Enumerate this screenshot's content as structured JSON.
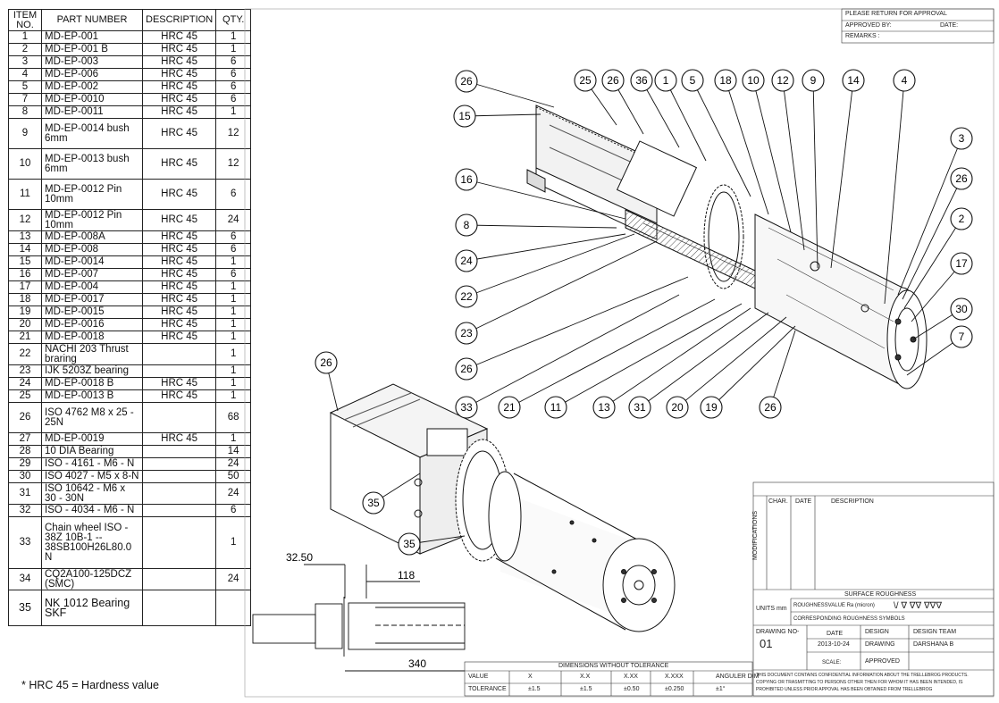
{
  "bom": {
    "headers": {
      "item": "ITEM NO.",
      "part": "PART NUMBER",
      "desc": "DESCRIPTION",
      "qty": "QTY."
    },
    "rows": [
      {
        "item": "1",
        "part": "MD-EP-001",
        "desc": "HRC 45",
        "qty": "1"
      },
      {
        "item": "2",
        "part": "MD-EP-001 B",
        "desc": "HRC 45",
        "qty": "1"
      },
      {
        "item": "3",
        "part": "MD-EP-003",
        "desc": "HRC 45",
        "qty": "6"
      },
      {
        "item": "4",
        "part": "MD-EP-006",
        "desc": "HRC 45",
        "qty": "6"
      },
      {
        "item": "5",
        "part": "MD-EP-002",
        "desc": "HRC 45",
        "qty": "6"
      },
      {
        "item": "7",
        "part": "MD-EP-0010",
        "desc": "HRC 45",
        "qty": "6"
      },
      {
        "item": "8",
        "part": "MD-EP-0011",
        "desc": "HRC 45",
        "qty": "1"
      },
      {
        "item": "9",
        "part": "MD-EP-0014 bush 6mm",
        "desc": "HRC 45",
        "qty": "12"
      },
      {
        "item": "10",
        "part": "MD-EP-0013 bush 6mm",
        "desc": "HRC 45",
        "qty": "12"
      },
      {
        "item": "11",
        "part": "MD-EP-0012 Pin 10mm",
        "desc": "HRC 45",
        "qty": "6"
      },
      {
        "item": "12",
        "part": "MD-EP-0012 Pin 10mm",
        "desc": "HRC 45",
        "qty": "24"
      },
      {
        "item": "13",
        "part": "MD-EP-008A",
        "desc": "HRC 45",
        "qty": "6"
      },
      {
        "item": "14",
        "part": "MD-EP-008",
        "desc": "HRC 45",
        "qty": "6"
      },
      {
        "item": "15",
        "part": "MD-EP-0014",
        "desc": "HRC 45",
        "qty": "1"
      },
      {
        "item": "16",
        "part": "MD-EP-007",
        "desc": "HRC 45",
        "qty": "6"
      },
      {
        "item": "17",
        "part": "MD-EP-004",
        "desc": "HRC 45",
        "qty": "1"
      },
      {
        "item": "18",
        "part": "MD-EP-0017",
        "desc": "HRC 45",
        "qty": "1"
      },
      {
        "item": "19",
        "part": "MD-EP-0015",
        "desc": "HRC 45",
        "qty": "1"
      },
      {
        "item": "20",
        "part": "MD-EP-0016",
        "desc": "HRC 45",
        "qty": "1"
      },
      {
        "item": "21",
        "part": "MD-EP-0018",
        "desc": "HRC 45",
        "qty": "1"
      },
      {
        "item": "22",
        "part": "NACHI 203 Thrust braring",
        "desc": "",
        "qty": "1"
      },
      {
        "item": "23",
        "part": "IJK 5203Z bearing",
        "desc": "",
        "qty": "1"
      },
      {
        "item": "24",
        "part": "MD-EP-0018 B",
        "desc": "HRC 45",
        "qty": "1"
      },
      {
        "item": "25",
        "part": "MD-EP-0013 B",
        "desc": "HRC 45",
        "qty": "1"
      },
      {
        "item": "26",
        "part": "ISO 4762 M8 x 25 - 25N",
        "desc": "",
        "qty": "68"
      },
      {
        "item": "27",
        "part": "MD-EP-0019",
        "desc": "HRC 45",
        "qty": "1"
      },
      {
        "item": "28",
        "part": "10 DIA Bearing",
        "desc": "",
        "qty": "14"
      },
      {
        "item": "29",
        "part": "ISO - 4161 - M6 - N",
        "desc": "",
        "qty": "24"
      },
      {
        "item": "30",
        "part": "ISO 4027 - M5 x 8-N",
        "desc": "",
        "qty": "50"
      },
      {
        "item": "31",
        "part": "ISO 10642 - M6 x 30 - 30N",
        "desc": "",
        "qty": "24"
      },
      {
        "item": "32",
        "part": "ISO - 4034 - M6 - N",
        "desc": "",
        "qty": "6"
      },
      {
        "item": "33",
        "part": "Chain wheel ISO - 38Z 10B-1 -- 38SB100H26L80.0 N",
        "desc": "",
        "qty": "1"
      },
      {
        "item": "34",
        "part": "CQ2A100-125DCZ (SMC)",
        "desc": "",
        "qty": "24"
      },
      {
        "item": "35",
        "part": "NK 1012 Bearing SKF",
        "desc": "",
        "qty": ""
      }
    ],
    "footnote": "* HRC 45 = Hardness value"
  },
  "title_block": {
    "return_note": "PLEASE RETURN FOR APPROVAL",
    "approved_by": "APPROVED BY:",
    "date_label": "DATE:",
    "remarks": "REMARKS :",
    "modifications_label": "MODIFICATIONS",
    "char_label": "CHAR.",
    "mod_date_label": "DATE",
    "description_label": "DESCRIPTION",
    "surface_roughness": "SURFACE ROUGHNESS",
    "units": "UNITS mm",
    "roughness_value": "ROUGHNESSVALUE Ra (micron)",
    "roughness_symbols": "CORRESPONDING ROUGHNESS SYMBOLS",
    "drawing_no_label": "DRAWING NO-",
    "drawing_no": "01",
    "date_col": "DATE",
    "date_value": "2013-10-24",
    "design_label": "DESIGN",
    "drawing_label": "DRAWING",
    "approved_label": "APPROVED",
    "design_team_label": "DESIGN TEAM",
    "designer": "DARSHANA B",
    "scale_label": "SCALE:",
    "confidential": "THIS DOCUMENT CONTAINS CONFIDENTIAL INFORMATION ABOUT THE TRELLEBROG PRODUCTS. COPYING OR TRASMITTING TO PERSONS OTHER THEN FOR WHOM IT HAS BEEN INTENDED, IS PROHIBITED UNLESS PRIOR APPOVAL HAS BEEN OBTAINED FROM TRELLEBROG"
  },
  "tolerance": {
    "header": "DIMENSIONS WITHOUT TOLERANCE",
    "value_label": "VALUE",
    "tolerance_label": "TOLERANCE",
    "columns": [
      "X",
      "X.X",
      "X.XX",
      "X.XXX",
      "ANGULER DIM"
    ],
    "values": [
      "±1.5",
      "±1.5",
      "±0.50",
      "±0.250",
      "±1°"
    ]
  },
  "dimensions": {
    "d1": "32.50",
    "d2": "118",
    "d3": "340"
  },
  "balloons": {
    "top_row": [
      "25",
      "26",
      "36",
      "1",
      "5",
      "18",
      "10",
      "12",
      "9",
      "14",
      "4"
    ],
    "left": [
      "26",
      "15",
      "16",
      "8",
      "24",
      "22",
      "23",
      "26"
    ],
    "right": [
      "3",
      "26",
      "2",
      "17",
      "30",
      "7"
    ],
    "bottom": [
      "33",
      "21",
      "11",
      "13",
      "31",
      "20",
      "19",
      "26"
    ],
    "iso": [
      "26",
      "35",
      "35"
    ]
  }
}
